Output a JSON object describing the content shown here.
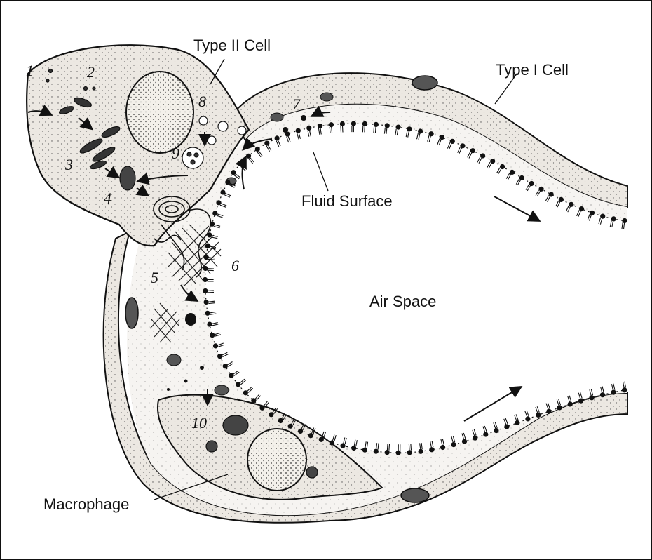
{
  "labels": {
    "type_ii": "Type II Cell",
    "type_i": "Type I Cell",
    "fluid_surface": "Fluid Surface",
    "air_space": "Air Space",
    "macrophage": "Macrophage"
  },
  "steps": [
    "1",
    "2",
    "3",
    "4",
    "5",
    "6",
    "7",
    "8",
    "9",
    "10"
  ],
  "colors": {
    "ink": "#111111",
    "tissue": "#ece8e2",
    "fluid": "#f6f4f1",
    "background": "#ffffff"
  }
}
